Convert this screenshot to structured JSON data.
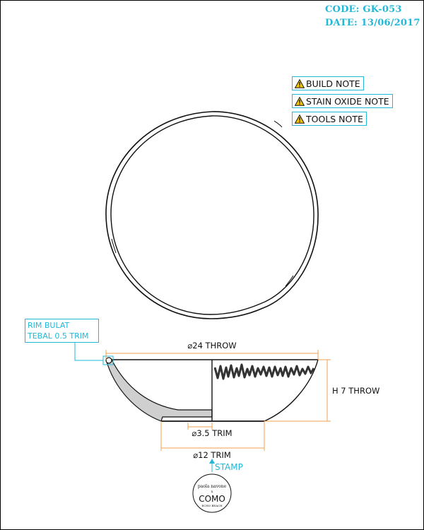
{
  "header": {
    "code": "CODE: GK-053",
    "date": "DATE: 13/06/2017"
  },
  "notes": [
    {
      "label": "BUILD NOTE",
      "icon": "warning-triangle-icon"
    },
    {
      "label": "STAIN OXIDE NOTE",
      "icon": "warning-triangle-icon"
    },
    {
      "label": "TOOLS NOTE",
      "icon": "warning-triangle-icon"
    }
  ],
  "callout": {
    "line1": "RIM BULAT",
    "line2": "TEBAL 0.5 TRIM"
  },
  "dimensions": {
    "throw_diameter": "⌀24 THROW",
    "height": "H 7 THROW",
    "foot_inner": "⌀3.5 TRIM",
    "foot_outer": "⌀12 TRIM"
  },
  "stamp": {
    "label": "STAMP",
    "logo_line1": "paola navone",
    "logo_x": "x",
    "logo_main": "COMO",
    "logo_sub": "ECHO BEACH"
  },
  "colors": {
    "accent": "#22b8d8",
    "dimension": "#f0a050",
    "section_fill": "#cfcfcf",
    "warning": "#f5c400"
  }
}
